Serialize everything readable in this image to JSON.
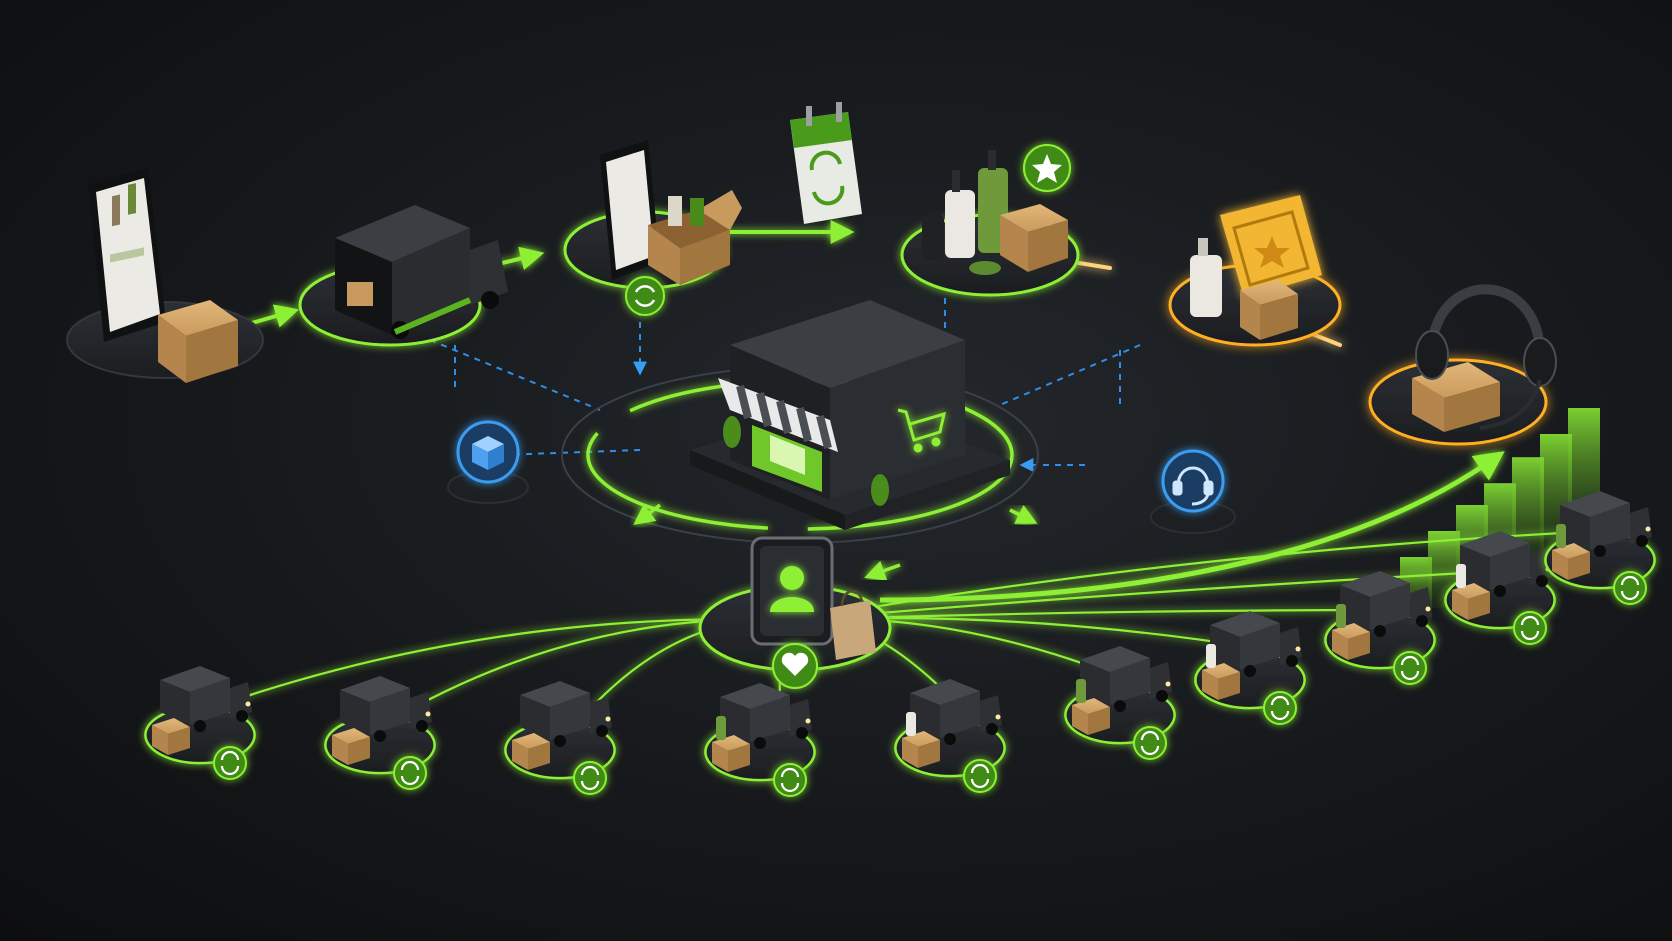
{
  "colors": {
    "background": "#16181b",
    "accent_green": "#7ee02a",
    "accent_orange": "#ffb020",
    "accent_blue": "#2f8fe8",
    "platform_dark": "#24272b",
    "box_cardboard": "#c89a5e",
    "truck_dark": "#3a3d42"
  },
  "icons": {
    "hub": "storefront-icon",
    "hub_sign": "shopping-cart-icon",
    "inventory": "cube-icon",
    "support": "headset-icon",
    "schedule": "calendar-refresh-icon",
    "reward": "star-icon",
    "loyalty": "heart-icon",
    "renewal": "refresh-icon",
    "customer": "user-icon",
    "bag": "shopping-bag-icon",
    "ticket": "ticket-icon",
    "growth": "bar-chart-icon"
  },
  "subscription_delivery_count": 10,
  "growth_bars": [
    0.45,
    0.55,
    0.65,
    0.72,
    0.82,
    0.9,
    1.0
  ]
}
